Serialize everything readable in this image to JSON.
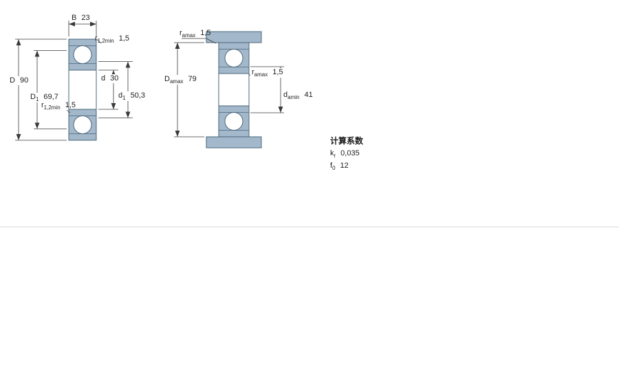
{
  "drawing": {
    "fill_color": "#a3b8ca",
    "stroke_color": "#4a657a",
    "dim_line_color": "#3a3a3a"
  },
  "left_view": {
    "dim_B": {
      "symbol": "B",
      "value": "23"
    },
    "dim_r_top": {
      "symbol": "r",
      "sub": "1,2min",
      "value": "1,5"
    },
    "dim_D": {
      "symbol": "D",
      "value": "90"
    },
    "dim_D1": {
      "symbol": "D",
      "sub": "1",
      "value": "69,7"
    },
    "dim_r_left": {
      "symbol": "r",
      "sub": "1,2min",
      "value": "1,5"
    },
    "dim_d": {
      "symbol": "d",
      "value": "30"
    },
    "dim_d1": {
      "symbol": "d",
      "sub": "1",
      "value": "50,3"
    }
  },
  "right_view": {
    "dim_r_amax_top": {
      "symbol": "r",
      "sub": "amax",
      "value": "1,5"
    },
    "dim_D_amax": {
      "symbol": "D",
      "sub": "amax",
      "value": "79"
    },
    "dim_r_amax_mid": {
      "symbol": "r",
      "sub": "amax",
      "value": "1,5"
    },
    "dim_d_amin": {
      "symbol": "d",
      "sub": "amin",
      "value": "41"
    }
  },
  "calculation_factors": {
    "title": "计算系数",
    "factors": [
      {
        "symbol": "k",
        "sub": "r",
        "value": "0,035"
      },
      {
        "symbol": "f",
        "sub": "0",
        "value": "12"
      }
    ]
  }
}
